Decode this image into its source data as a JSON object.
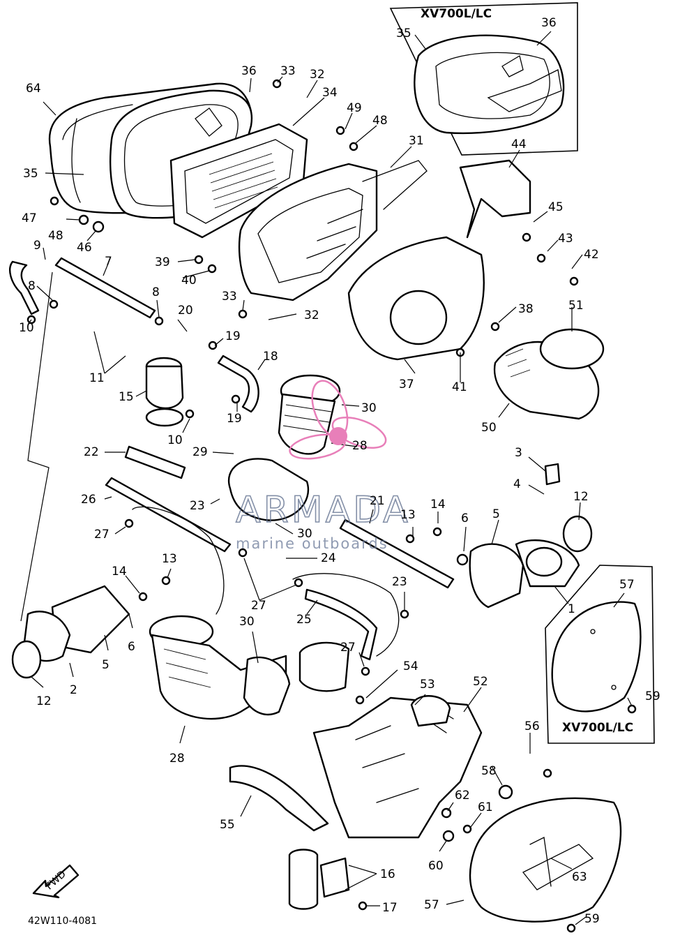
{
  "diagram_code": "42W110-4081",
  "inset_labels": {
    "top": "XV700L/LC",
    "side": "XV700L/LC"
  },
  "fwd_label": "FWD",
  "watermark": {
    "brand": "ARMADA",
    "tagline": "marine outboards"
  },
  "colors": {
    "logo_pink": "#e87fb9",
    "watermark_gray": "#6b7a99"
  },
  "callouts": [
    {
      "id": "c64",
      "text": "64"
    },
    {
      "id": "c36a",
      "text": "36"
    },
    {
      "id": "c33a",
      "text": "33"
    },
    {
      "id": "c32a",
      "text": "32"
    },
    {
      "id": "c34",
      "text": "34"
    },
    {
      "id": "c49",
      "text": "49"
    },
    {
      "id": "c48a",
      "text": "48"
    },
    {
      "id": "c31",
      "text": "31"
    },
    {
      "id": "c35a",
      "text": "35"
    },
    {
      "id": "c36b",
      "text": "36"
    },
    {
      "id": "c35b",
      "text": "35"
    },
    {
      "id": "c44",
      "text": "44"
    },
    {
      "id": "c47",
      "text": "47"
    },
    {
      "id": "c48b",
      "text": "48"
    },
    {
      "id": "c46",
      "text": "46"
    },
    {
      "id": "c45",
      "text": "45"
    },
    {
      "id": "c43",
      "text": "43"
    },
    {
      "id": "c42",
      "text": "42"
    },
    {
      "id": "c9",
      "text": "9"
    },
    {
      "id": "c7",
      "text": "7"
    },
    {
      "id": "c39",
      "text": "39"
    },
    {
      "id": "c40",
      "text": "40"
    },
    {
      "id": "c8a",
      "text": "8"
    },
    {
      "id": "c8b",
      "text": "8"
    },
    {
      "id": "c33b",
      "text": "33"
    },
    {
      "id": "c32b",
      "text": "32"
    },
    {
      "id": "c38",
      "text": "38"
    },
    {
      "id": "c51",
      "text": "51"
    },
    {
      "id": "c10a",
      "text": "10"
    },
    {
      "id": "c20",
      "text": "20"
    },
    {
      "id": "c19a",
      "text": "19"
    },
    {
      "id": "c18",
      "text": "18"
    },
    {
      "id": "c11",
      "text": "11"
    },
    {
      "id": "c37",
      "text": "37"
    },
    {
      "id": "c41",
      "text": "41"
    },
    {
      "id": "c15",
      "text": "15"
    },
    {
      "id": "c30a",
      "text": "30"
    },
    {
      "id": "c19b",
      "text": "19"
    },
    {
      "id": "c50",
      "text": "50"
    },
    {
      "id": "c10b",
      "text": "10"
    },
    {
      "id": "c28a",
      "text": "28"
    },
    {
      "id": "c29",
      "text": "29"
    },
    {
      "id": "c22",
      "text": "22"
    },
    {
      "id": "c3",
      "text": "3"
    },
    {
      "id": "c4",
      "text": "4"
    },
    {
      "id": "c12a",
      "text": "12"
    },
    {
      "id": "c26",
      "text": "26"
    },
    {
      "id": "c23a",
      "text": "23"
    },
    {
      "id": "c21",
      "text": "21"
    },
    {
      "id": "c14a",
      "text": "14"
    },
    {
      "id": "c6a",
      "text": "6"
    },
    {
      "id": "c5a",
      "text": "5"
    },
    {
      "id": "c13a",
      "text": "13"
    },
    {
      "id": "c27a",
      "text": "27"
    },
    {
      "id": "c30b",
      "text": "30"
    },
    {
      "id": "c24",
      "text": "24"
    },
    {
      "id": "c13b",
      "text": "13"
    },
    {
      "id": "c14b",
      "text": "14"
    },
    {
      "id": "c1",
      "text": "1"
    },
    {
      "id": "c57a",
      "text": "57"
    },
    {
      "id": "c27b",
      "text": "27"
    },
    {
      "id": "c23b",
      "text": "23"
    },
    {
      "id": "c6b",
      "text": "6"
    },
    {
      "id": "c25",
      "text": "25"
    },
    {
      "id": "c30c",
      "text": "30"
    },
    {
      "id": "c5b",
      "text": "5"
    },
    {
      "id": "c27c",
      "text": "27"
    },
    {
      "id": "c54",
      "text": "54"
    },
    {
      "id": "c12b",
      "text": "12"
    },
    {
      "id": "c2",
      "text": "2"
    },
    {
      "id": "c53",
      "text": "53"
    },
    {
      "id": "c52",
      "text": "52"
    },
    {
      "id": "c59a",
      "text": "59"
    },
    {
      "id": "c56",
      "text": "56"
    },
    {
      "id": "c28b",
      "text": "28"
    },
    {
      "id": "c58",
      "text": "58"
    },
    {
      "id": "c62",
      "text": "62"
    },
    {
      "id": "c61",
      "text": "61"
    },
    {
      "id": "c55",
      "text": "55"
    },
    {
      "id": "c60",
      "text": "60"
    },
    {
      "id": "c63",
      "text": "63"
    },
    {
      "id": "c16",
      "text": "16"
    },
    {
      "id": "c17",
      "text": "17"
    },
    {
      "id": "c57b",
      "text": "57"
    },
    {
      "id": "c59b",
      "text": "59"
    }
  ]
}
